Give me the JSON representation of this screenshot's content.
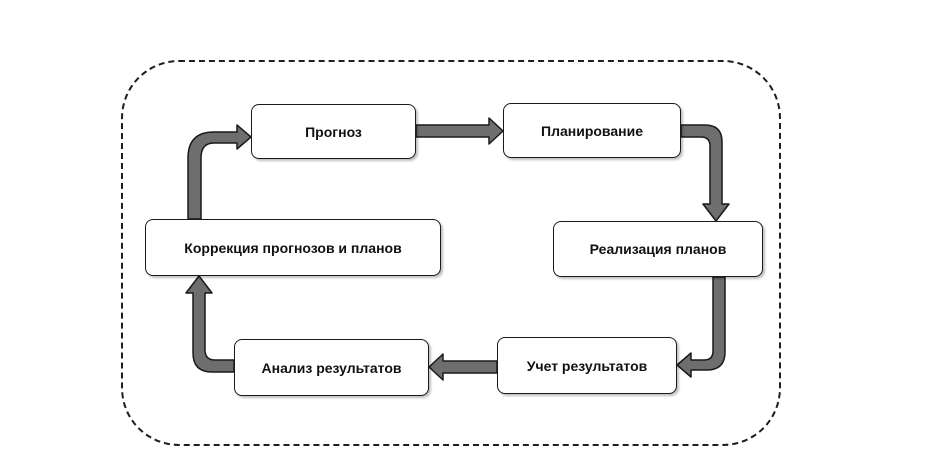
{
  "diagram": {
    "nodes": {
      "forecast": "Прогноз",
      "planning": "Планирование",
      "realization": "Реализация планов",
      "accounting": "Учет результатов",
      "analysis": "Анализ результатов",
      "correction": "Коррекция прогнозов и планов"
    },
    "colors": {
      "arrow_fill": "#6e6e6e",
      "outline": "#1a1a1a"
    }
  }
}
